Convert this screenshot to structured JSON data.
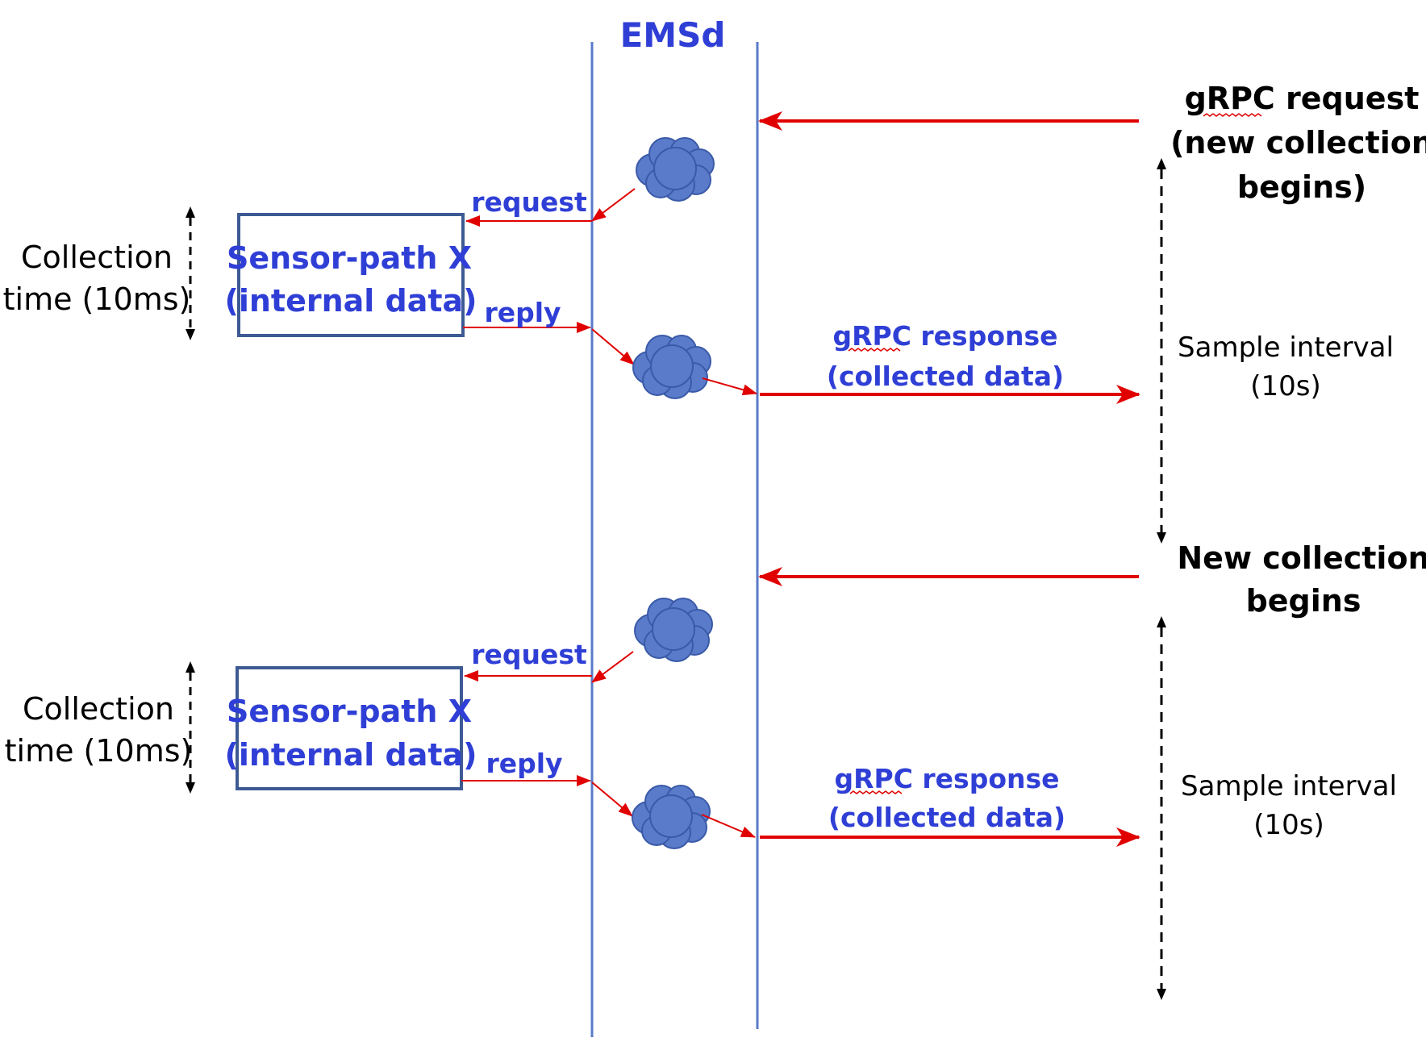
{
  "title": "EMSd",
  "colors": {
    "lane": "#5a7bc9",
    "arrow": "#e00000",
    "label_blue": "#2f3fd6",
    "box_border": "#3d5a94",
    "cloud_fill": "#5a7bc9",
    "cloud_stroke": "#3a5aa8",
    "dashed": "#000000"
  },
  "top_section": {
    "request_label": "request",
    "reply_label": "reply",
    "box_line1": "Sensor-path X",
    "box_line2": "(internal data)",
    "collection_line1": "Collection",
    "collection_line2": "time (10ms)",
    "response_line1": "gRPC response",
    "response_line2": "(collected data)",
    "right_header_line1": "gRPC request",
    "right_header_line2": "(new collection",
    "right_header_line3": "begins)",
    "sample_line1": "Sample interval",
    "sample_line2": "(10s)"
  },
  "bottom_section": {
    "request_label": "request",
    "reply_label": "reply",
    "box_line1": "Sensor-path X",
    "box_line2": "(internal data)",
    "collection_line1": "Collection",
    "collection_line2": "time (10ms)",
    "response_line1": "gRPC response",
    "response_line2": "(collected data)",
    "right_header_line1": "New collection",
    "right_header_line2": "begins",
    "sample_line1": "Sample interval",
    "sample_line2": "(10s)"
  }
}
